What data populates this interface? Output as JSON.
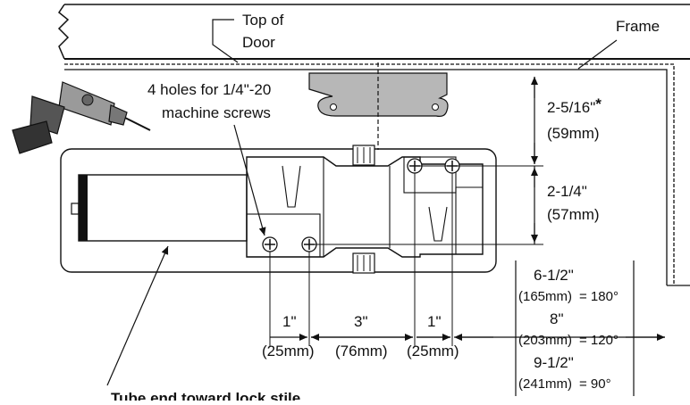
{
  "labels": {
    "top_of_door": [
      "Top of",
      "Door"
    ],
    "frame": "Frame",
    "holes_note": [
      "4 holes for 1/4\"-20",
      "machine screws"
    ],
    "caption": "Tube end toward lock stile"
  },
  "dimensions": {
    "vertical_upper": {
      "value": "2-5/16\"",
      "asterisk": "*",
      "metric": "(59mm)"
    },
    "vertical_lower": {
      "value": "2-1/4\"",
      "metric": "(57mm)"
    },
    "horizontal": [
      {
        "value": "1\"",
        "metric": "(25mm)"
      },
      {
        "value": "3\"",
        "metric": "(76mm)"
      },
      {
        "value": "1\"",
        "metric": "(25mm)"
      }
    ]
  },
  "angle_table": [
    {
      "inches": "6-1/2\"",
      "metric": "(165mm)",
      "angle": "= 180°"
    },
    {
      "inches": "8\"",
      "metric": "(203mm)",
      "angle": "= 120°"
    },
    {
      "inches": "9-1/2\"",
      "metric": "(241mm)",
      "angle": "= 90°"
    }
  ],
  "colors": {
    "line": "#111111",
    "bracket_fill": "#b7b7b7",
    "drill_body": "#9a9a9a",
    "drill_dark": "#333333",
    "background": "#ffffff"
  },
  "icons": [
    "drill-icon",
    "screw-icon"
  ]
}
